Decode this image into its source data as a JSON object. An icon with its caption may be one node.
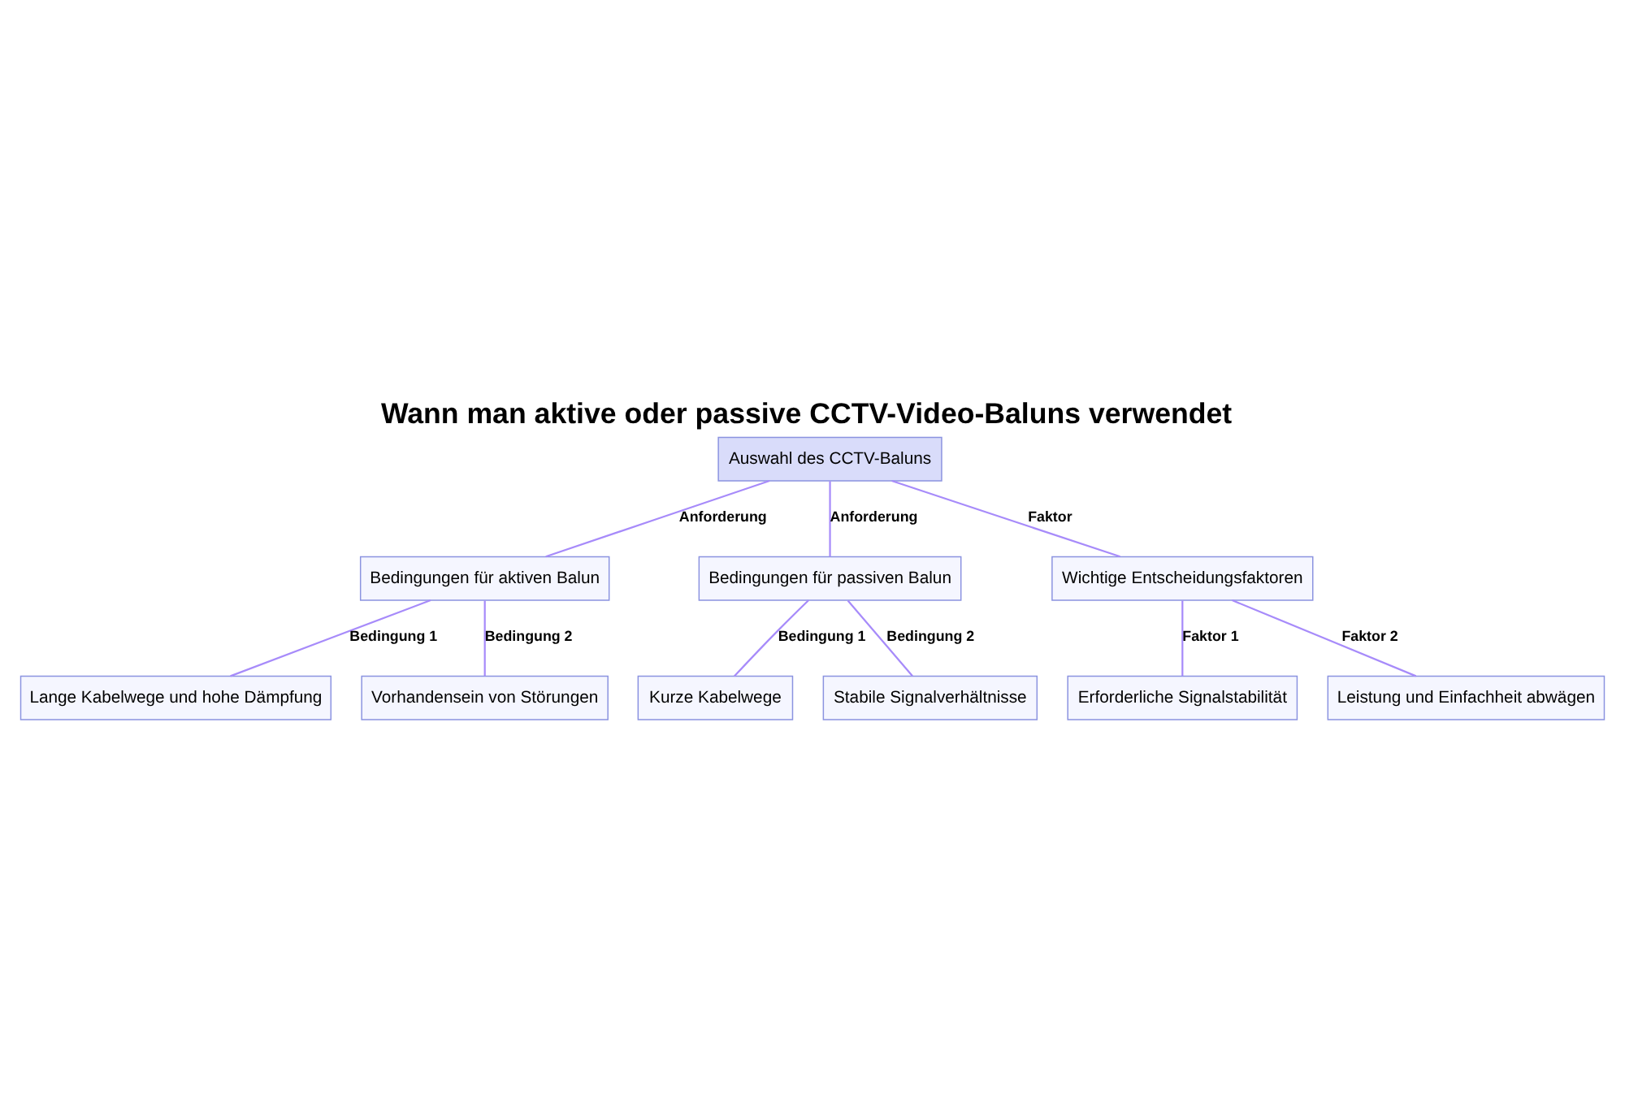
{
  "diagram": {
    "title": "Wann man aktive oder passive CCTV-Video-Baluns verwendet",
    "nodes": [
      {
        "text": [
          "Auswahl des CCTV-Baluns"
        ]
      },
      {
        "text": [
          "Bedingungen für aktiven Balun"
        ]
      },
      {
        "text": [
          "Bedingungen für passiven Balun"
        ]
      },
      {
        "text": [
          "Wichtige Entscheidungsfaktoren"
        ]
      },
      {
        "text": [
          "Lange Kabelwege und hohe Dämpfung"
        ]
      },
      {
        "text": [
          "Vorhandensein von Störungen"
        ]
      },
      {
        "text": [
          "Kurze Kabelwege"
        ]
      },
      {
        "text": [
          "Stabile Signalverhältnisse"
        ]
      },
      {
        "text": [
          "Erforderliche Signalstabilität"
        ]
      },
      {
        "text": [
          "Leistung und Einfachheit abwägen"
        ]
      }
    ],
    "edges": [
      {
        "from": 0,
        "to": 1,
        "arrow": "none",
        "label": "Anforderung"
      },
      {
        "from": 0,
        "to": 2,
        "arrow": "none",
        "label": "Anforderung"
      },
      {
        "from": 0,
        "to": 3,
        "arrow": "none",
        "label": "Faktor"
      },
      {
        "from": 1,
        "to": 4,
        "arrow": "none",
        "label": "Bedingung 1"
      },
      {
        "from": 1,
        "to": 5,
        "arrow": "none",
        "label": "Bedingung 2"
      },
      {
        "from": 2,
        "to": 6,
        "arrow": "none",
        "label": "Bedingung 1"
      },
      {
        "from": 2,
        "to": 7,
        "arrow": "none",
        "label": "Bedingung 2"
      },
      {
        "from": 3,
        "to": 8,
        "arrow": "none",
        "label": "Faktor 1"
      },
      {
        "from": 3,
        "to": 9,
        "arrow": "none",
        "label": "Faktor 2"
      }
    ]
  }
}
